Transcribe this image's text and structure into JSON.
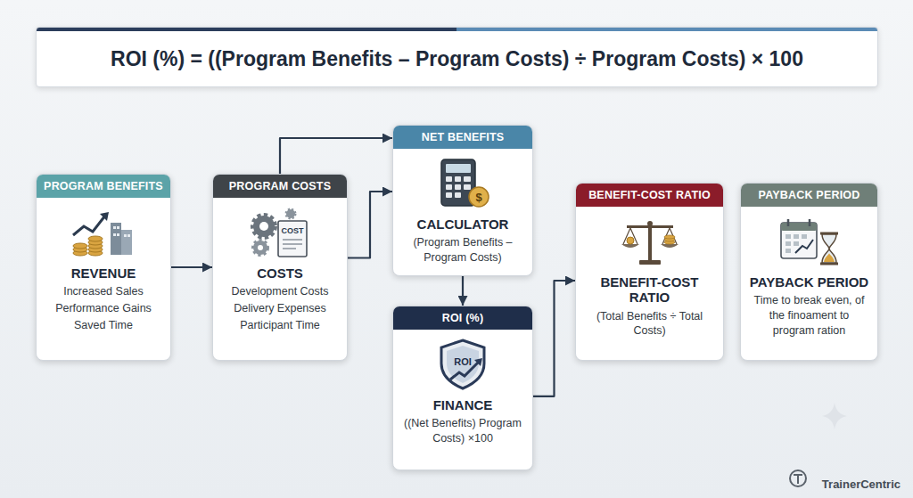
{
  "diagram": {
    "title": "ROI (%) = ((Program Benefits – Program Costs) ÷ Program Costs) × 100",
    "nodes": [
      {
        "text": [
          "PROGRAM BENEFITS",
          "REVENUE",
          "Increased Sales",
          "Performance Gains",
          "Saved Time"
        ]
      },
      {
        "text": [
          "PROGRAM COSTS",
          "COSTS",
          "Development Costs",
          "Delivery Expenses",
          "Participant Time"
        ]
      },
      {
        "text": [
          "NET BENEFITS",
          "CALCULATOR",
          "(Program Benefits – Program Costs)"
        ]
      },
      {
        "text": [
          "ROI (%)",
          "FINANCE",
          "((Net Benefits) Program Costs) ×100"
        ]
      },
      {
        "text": [
          "BENEFIT-COST RATIO",
          "BENEFIT-COST RATIO",
          "(Total Benefits ÷ Total Costs)"
        ]
      },
      {
        "text": [
          "PAYBACK PERIOD",
          "PAYBACK PERIOD",
          "Time to break even, of the finoament to program ration"
        ]
      }
    ],
    "edges": [
      {
        "from": 0,
        "to": 1,
        "arrow": "to"
      },
      {
        "from": 1,
        "to": 2,
        "arrow": "to"
      },
      {
        "from": 1,
        "to": 2,
        "arrow": "to"
      },
      {
        "from": 2,
        "to": 3,
        "arrow": "to"
      },
      {
        "from": 3,
        "to": 4,
        "arrow": "to"
      }
    ],
    "labels": [
      "COST",
      "$",
      "ROI",
      "TrainerCentric"
    ]
  }
}
